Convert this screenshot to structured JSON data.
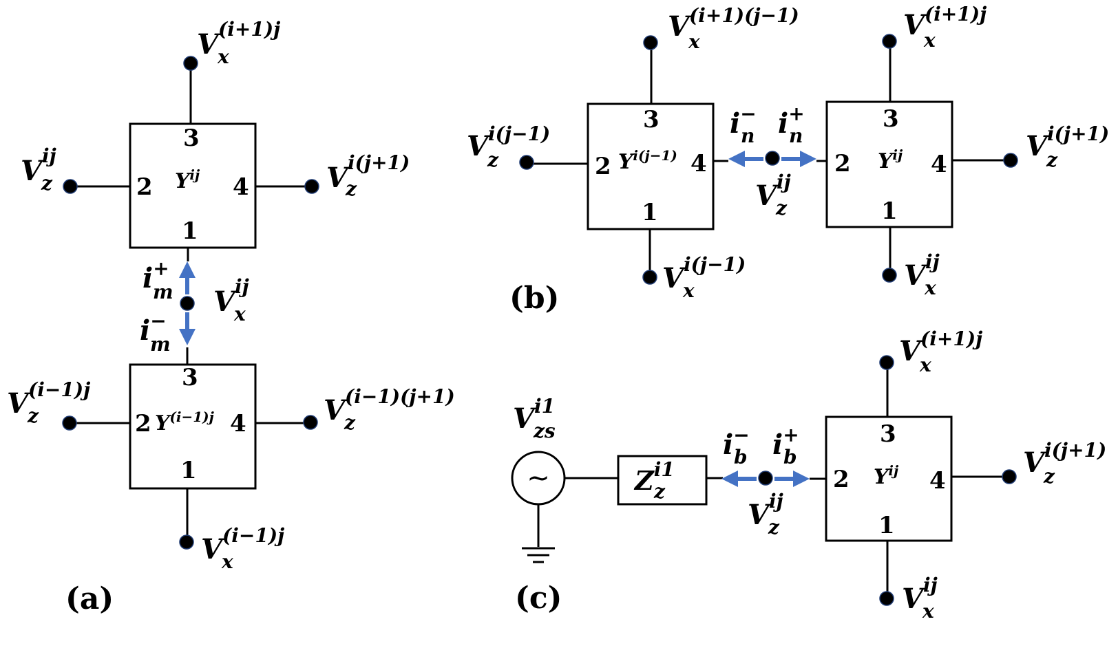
{
  "panels": {
    "a": "(a)",
    "b": "(b)",
    "c": "(c)"
  },
  "ports": {
    "p1": "1",
    "p2": "2",
    "p3": "3",
    "p4": "4"
  },
  "blocks": {
    "a_top": {
      "base": "Y",
      "sup": "ij"
    },
    "a_bottom": {
      "base": "Y",
      "sup": "(i−1)j"
    },
    "b_left": {
      "base": "Y",
      "sup": "i(j−1)"
    },
    "b_right": {
      "base": "Y",
      "sup": "ij"
    },
    "c_right": {
      "base": "Y",
      "sup": "ij"
    }
  },
  "labels": {
    "a_top_x": {
      "base": "V",
      "sub": "x",
      "sup": "(i+1)j"
    },
    "a_top_zl": {
      "base": "V",
      "sub": "z",
      "sup": "ij"
    },
    "a_top_zr": {
      "base": "V",
      "sub": "z",
      "sup": "i(j+1)"
    },
    "a_mid_x": {
      "base": "V",
      "sub": "x",
      "sup": "ij"
    },
    "a_bot_zl": {
      "base": "V",
      "sub": "z",
      "sup": "(i−1)j"
    },
    "a_bot_zr": {
      "base": "V",
      "sub": "z",
      "sup": "(i−1)(j+1)"
    },
    "a_bot_x": {
      "base": "V",
      "sub": "x",
      "sup": "(i−1)j"
    },
    "a_im_plus": {
      "base": "i",
      "sub": "m",
      "sup": "+"
    },
    "a_im_minus": {
      "base": "i",
      "sub": "m",
      "sup": "−"
    },
    "b_left_xt": {
      "base": "V",
      "sub": "x",
      "sup": "(i+1)(j−1)"
    },
    "b_right_xt": {
      "base": "V",
      "sub": "x",
      "sup": "(i+1)j"
    },
    "b_left_z": {
      "base": "V",
      "sub": "z",
      "sup": "i(j−1)"
    },
    "b_right_z": {
      "base": "V",
      "sub": "z",
      "sup": "i(j+1)"
    },
    "b_mid_z": {
      "base": "V",
      "sub": "z",
      "sup": "ij"
    },
    "b_left_xb": {
      "base": "V",
      "sub": "x",
      "sup": "i(j−1)"
    },
    "b_right_xb": {
      "base": "V",
      "sub": "x",
      "sup": "ij"
    },
    "b_in_minus": {
      "base": "i",
      "sub": "n",
      "sup": "−"
    },
    "b_in_plus": {
      "base": "i",
      "sub": "n",
      "sup": "+"
    },
    "c_src": {
      "base": "V",
      "sub": "zs",
      "sup": "i1"
    },
    "c_imp": {
      "base": "Z",
      "sub": "z",
      "sup": "i1"
    },
    "c_mid_z": {
      "base": "V",
      "sub": "z",
      "sup": "ij"
    },
    "c_xt": {
      "base": "V",
      "sub": "x",
      "sup": "(i+1)j"
    },
    "c_zr": {
      "base": "V",
      "sub": "z",
      "sup": "i(j+1)"
    },
    "c_xb": {
      "base": "V",
      "sub": "x",
      "sup": "ij"
    },
    "c_ib_minus": {
      "base": "i",
      "sub": "b",
      "sup": "−"
    },
    "c_ib_plus": {
      "base": "i",
      "sub": "b",
      "sup": "+"
    }
  },
  "source_symbol": "~"
}
